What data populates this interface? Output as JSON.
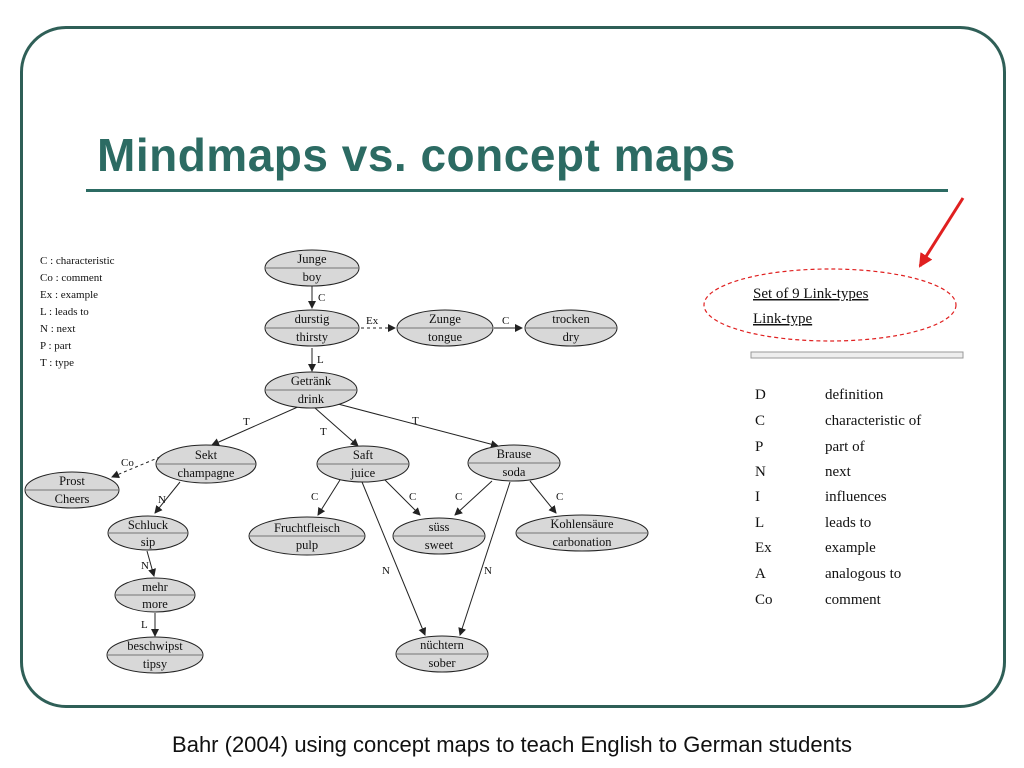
{
  "slide": {
    "title": "Mindmaps vs. concept maps",
    "caption": "Bahr (2004) using concept maps to teach English to German students"
  },
  "legend": [
    "C : characteristic",
    "Co : comment",
    "Ex : example",
    "L : leads to",
    "N : next",
    "P : part",
    "T : type"
  ],
  "nodes": {
    "junge": [
      "Junge",
      "boy"
    ],
    "durstig": [
      "durstig",
      "thirsty"
    ],
    "zunge": [
      "Zunge",
      "tongue"
    ],
    "trocken": [
      "trocken",
      "dry"
    ],
    "getraenk": [
      "Getränk",
      "drink"
    ],
    "sekt": [
      "Sekt",
      "champagne"
    ],
    "saft": [
      "Saft",
      "juice"
    ],
    "brause": [
      "Brause",
      "soda"
    ],
    "prost": [
      "Prost",
      "Cheers"
    ],
    "schluck": [
      "Schluck",
      "sip"
    ],
    "fruchtfleisch": [
      "Fruchtfleisch",
      "pulp"
    ],
    "suess": [
      "süss",
      "sweet"
    ],
    "kohlensaeure": [
      "Kohlensäure",
      "carbonation"
    ],
    "mehr": [
      "mehr",
      "more"
    ],
    "beschwipst": [
      "beschwipst",
      "tipsy"
    ],
    "nuechtern": [
      "nüchtern",
      "sober"
    ]
  },
  "edge_labels": {
    "junge_durstig": "C",
    "durstig_zunge": "Ex",
    "zunge_trocken": "C",
    "durstig_getraenk": "L",
    "getraenk_sekt": "T",
    "getraenk_saft": "T",
    "getraenk_brause": "T",
    "sekt_prost": "Co",
    "sekt_schluck": "N",
    "saft_fruchtfleisch": "C",
    "saft_suess": "C",
    "brause_suess": "C",
    "brause_kohlensaeure": "C",
    "saft_nuechtern": "N",
    "brause_nuechtern": "N",
    "schluck_mehr": "N",
    "mehr_beschwipst": "L"
  },
  "link_types": {
    "heading": "Set of 9 Link-types",
    "subheading": "Link-type",
    "rows": [
      {
        "code": "D",
        "meaning": "definition"
      },
      {
        "code": "C",
        "meaning": "characteristic of"
      },
      {
        "code": "P",
        "meaning": "part of"
      },
      {
        "code": "N",
        "meaning": "next"
      },
      {
        "code": "I",
        "meaning": "influences"
      },
      {
        "code": "L",
        "meaning": "leads to"
      },
      {
        "code": "Ex",
        "meaning": "example"
      },
      {
        "code": "A",
        "meaning": "analogous to"
      },
      {
        "code": "Co",
        "meaning": "comment"
      }
    ]
  },
  "colors": {
    "frame": "#2f5f57",
    "title": "#2c6b63",
    "node_fill": "#d8d8d8",
    "highlight": "#e02020"
  }
}
